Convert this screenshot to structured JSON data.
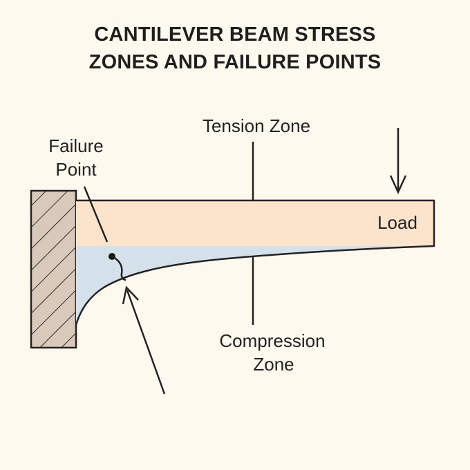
{
  "title": {
    "line1": "CANTILEVER BEAM STRESS",
    "line2": "ZONES AND FAILURE POINTS"
  },
  "labels": {
    "tension_zone": "Tension Zone",
    "failure_point_line1": "Failure",
    "failure_point_line2": "Point",
    "load": "Load",
    "compression_zone_line1": "Compression",
    "compression_zone_line2": "Zone"
  },
  "colors": {
    "background": "#fdf9ee",
    "tension_fill": "#fbe3cc",
    "compression_fill": "#d5e1ea",
    "wall_fill": "#d9c9bb",
    "stroke": "#222222"
  }
}
